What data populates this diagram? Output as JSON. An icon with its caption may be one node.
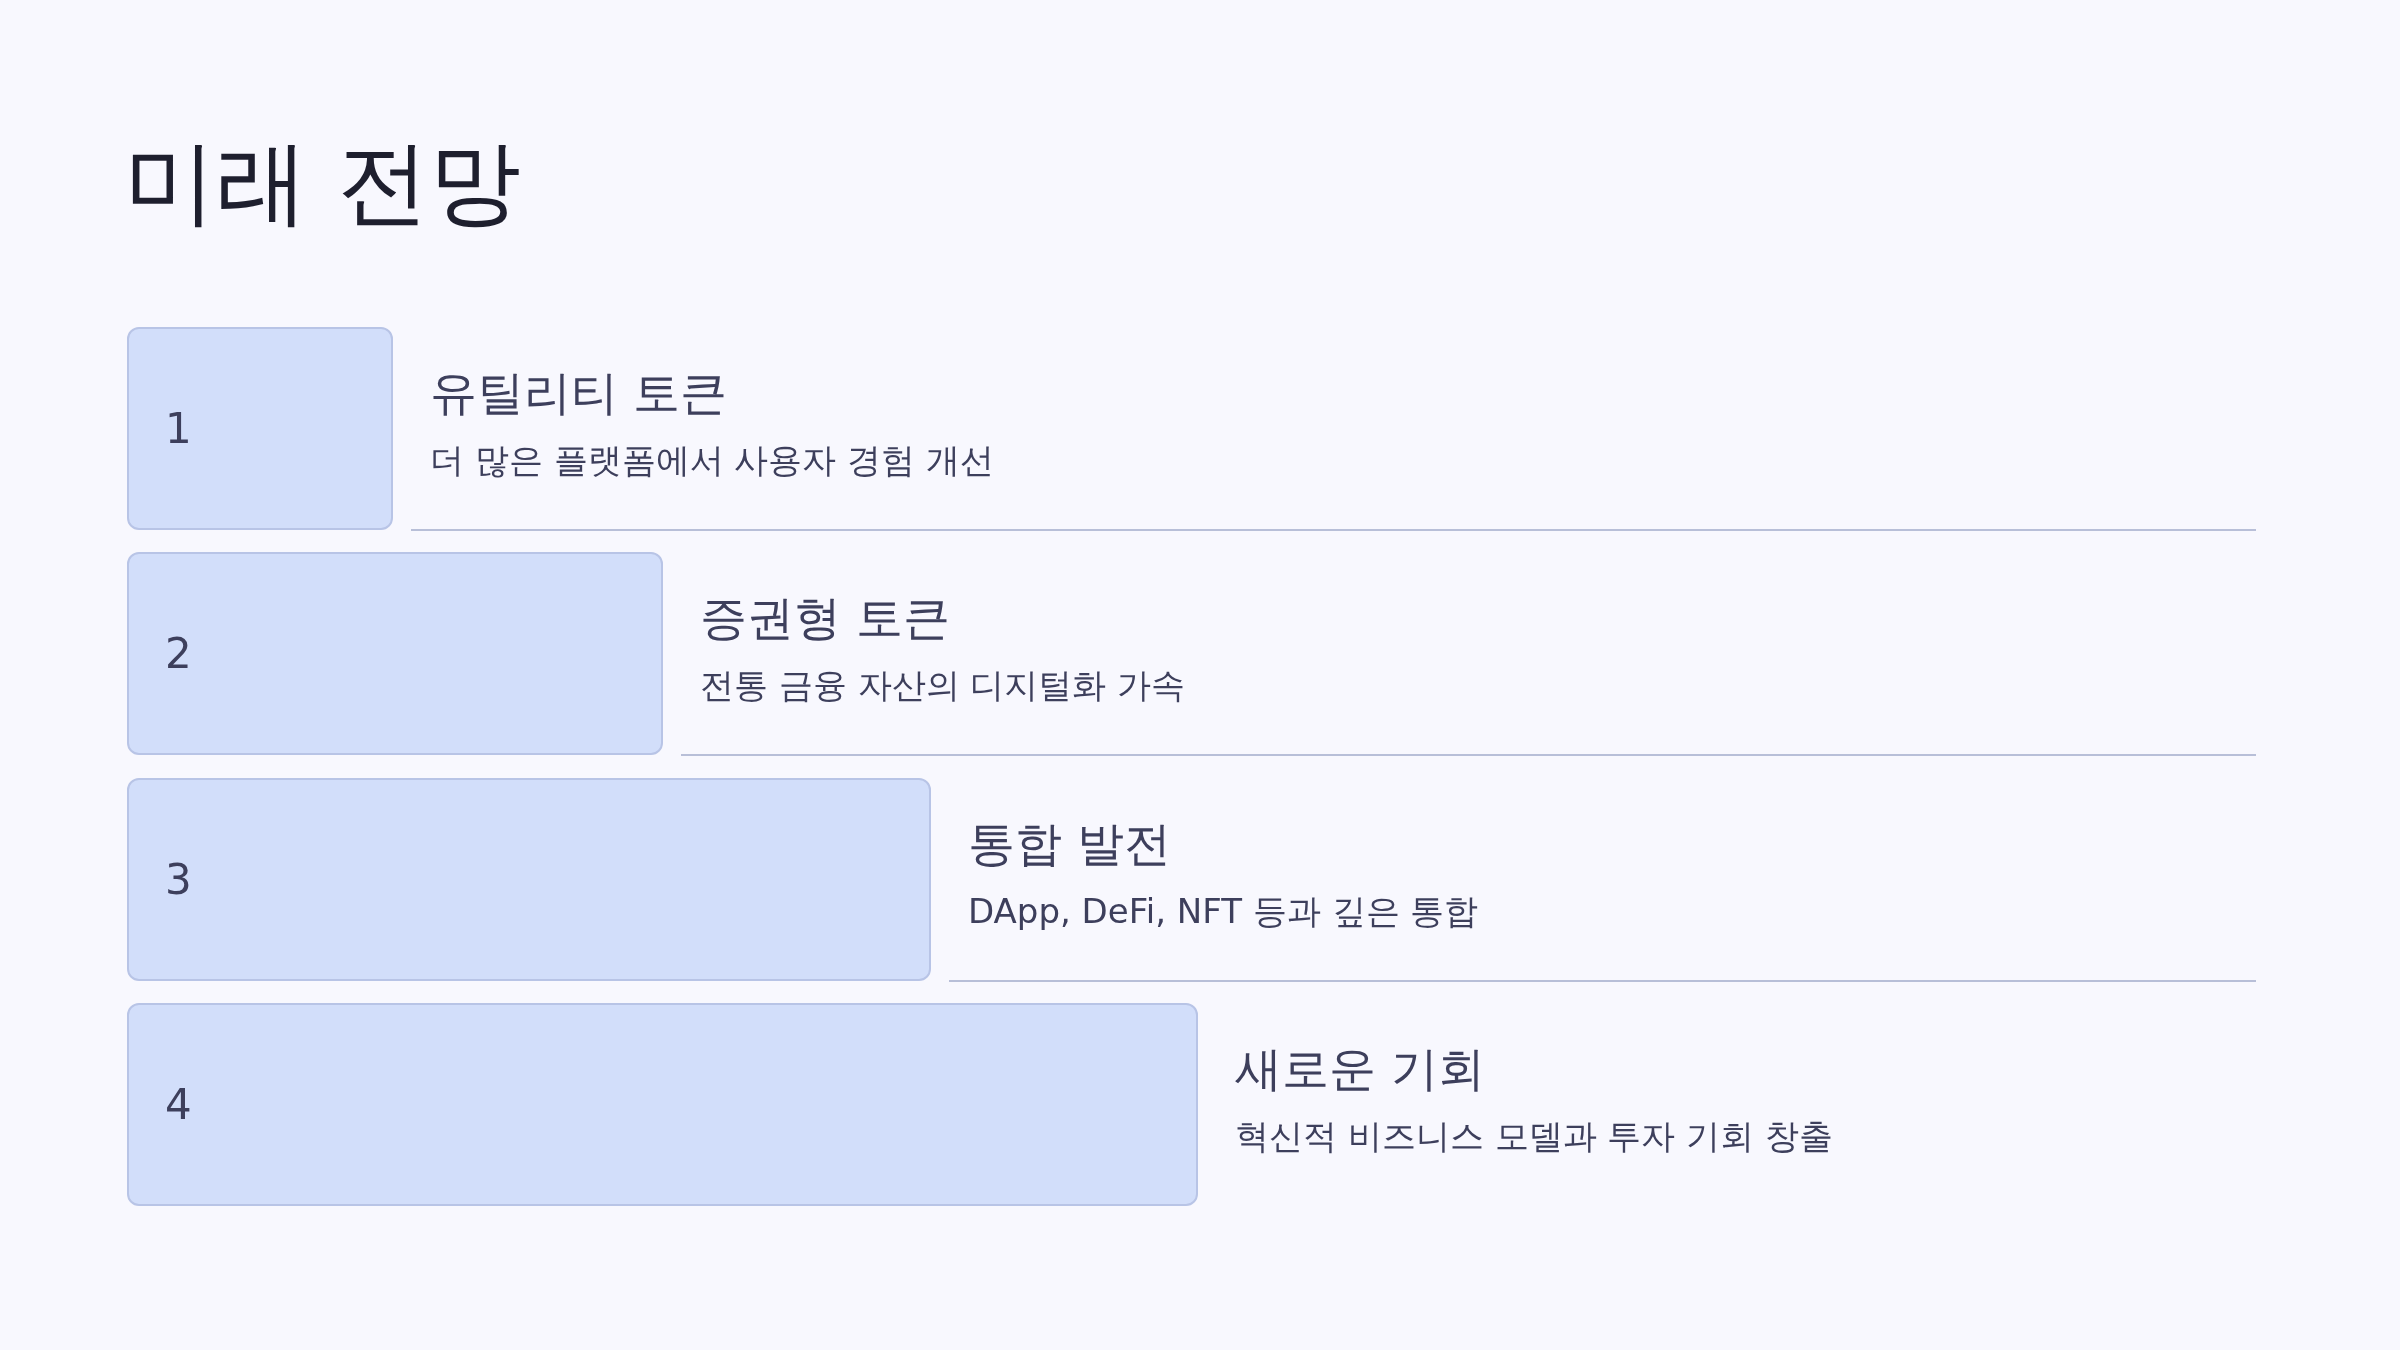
{
  "diagram": {
    "title": "미래 전망",
    "nodes": [
      {
        "text": [
          "1"
        ],
        "beside": [
          "유틸리티 토큰",
          "더 많은 플랫폼에서 사용자 경험 개선"
        ]
      },
      {
        "text": [
          "2"
        ],
        "beside": [
          "증권형 토큰",
          "전통 금융 자산의 디지털화 가속"
        ]
      },
      {
        "text": [
          "3"
        ],
        "beside": [
          "통합 발전",
          "DApp, DeFi, NFT 등과 깊은 통합"
        ]
      },
      {
        "text": [
          "4"
        ],
        "beside": [
          "새로운 기회",
          "혁신적 비즈니스 모델과 투자 기회 창출"
        ]
      }
    ]
  }
}
